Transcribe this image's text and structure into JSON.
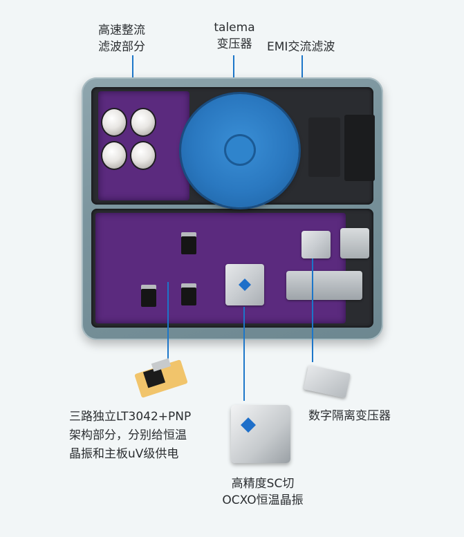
{
  "labels": {
    "rectifier": [
      "高速整流",
      "滤波部分"
    ],
    "transformer": [
      "talema",
      "变压器"
    ],
    "emi": "EMI交流滤波",
    "regulator": [
      "三路独立LT3042+PNP",
      "架构部分，分别给恒温",
      "晶振和主板uV级供电"
    ],
    "ocxo": [
      "高精度SC切",
      "OCXO恒温晶振"
    ],
    "digital_transformer": "数字隔离变压器"
  },
  "colors": {
    "pointer": "#1c76c9",
    "pcb": "#5b2a7e",
    "transformer": "#2a78c0",
    "enclosure": "#7a949d"
  },
  "icons": [
    "electrolytic-capacitor-icon",
    "toroidal-transformer-icon",
    "to220-regulator-icon",
    "ocxo-crystal-icon",
    "digital-transformer-icon"
  ]
}
